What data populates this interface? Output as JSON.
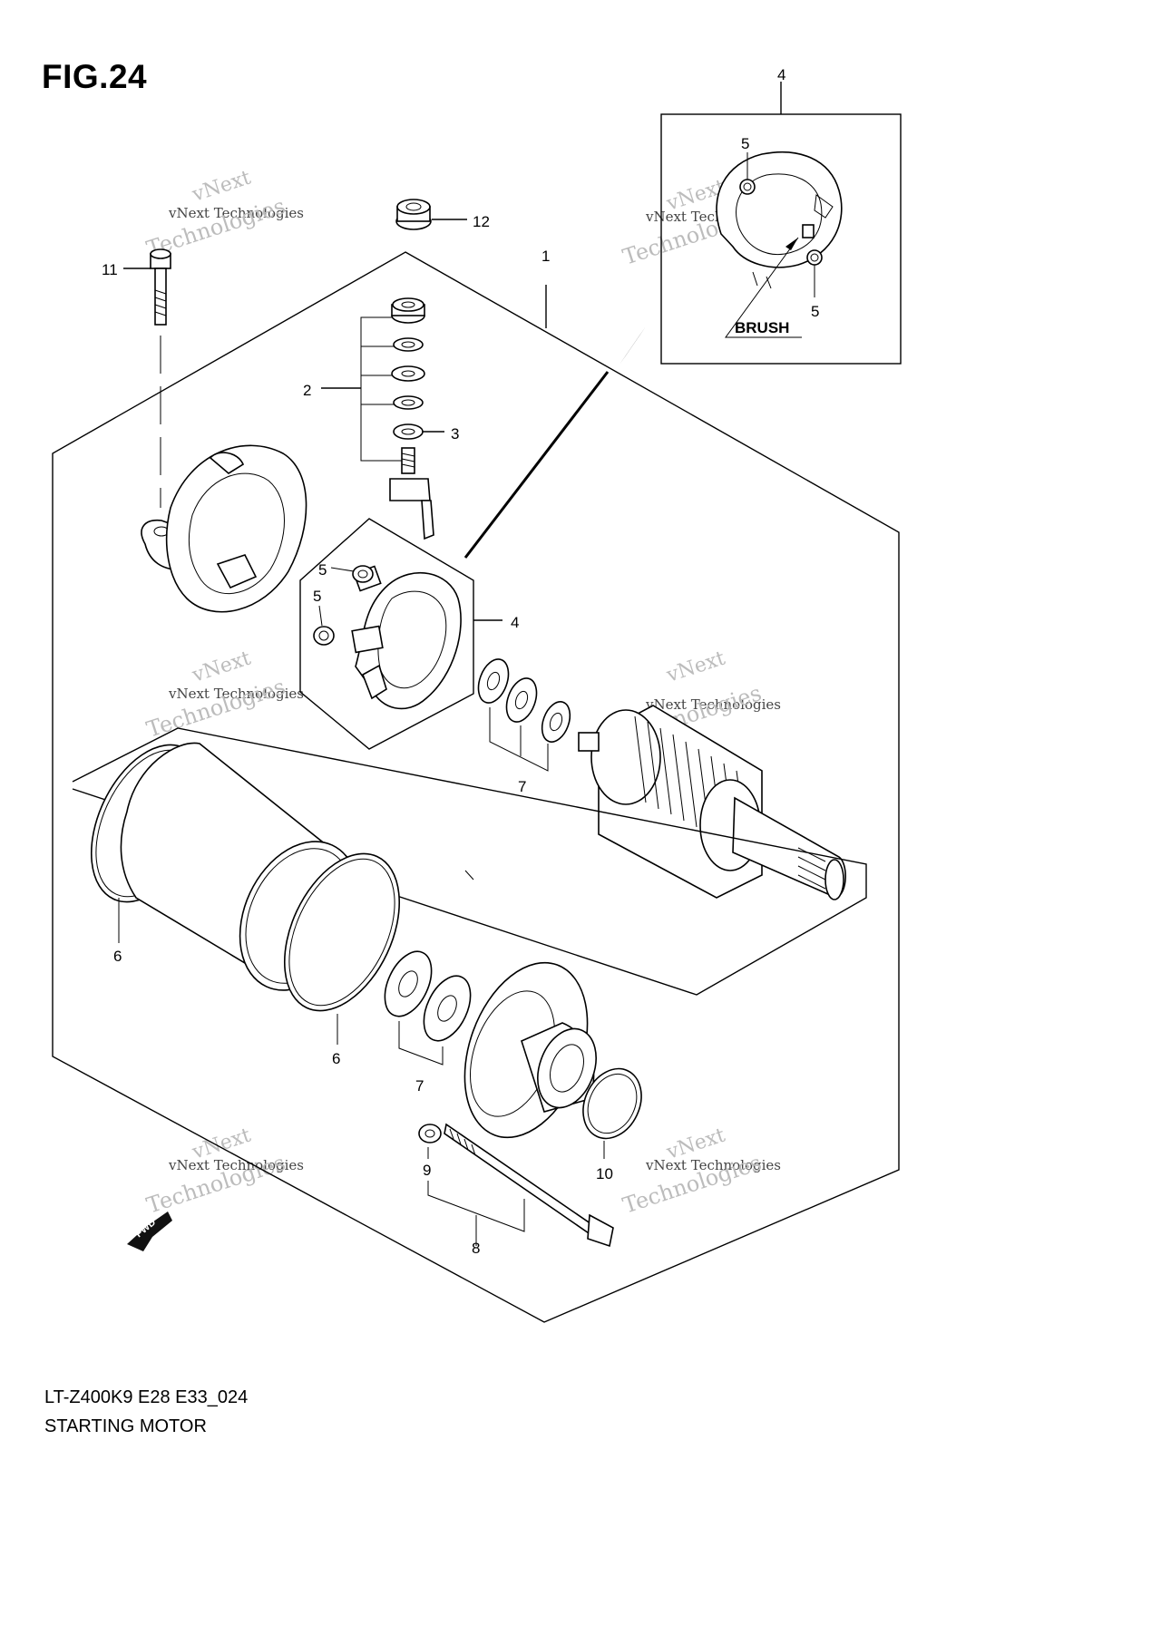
{
  "figure_label": "FIG.24",
  "model_code": "LT-Z400K9 E28 E33_024",
  "diagram_title": "STARTING MOTOR",
  "callouts": {
    "c1": "1",
    "c2": "2",
    "c3": "3",
    "c4_inset": "4",
    "c4_main": "4",
    "c5_inset_top": "5",
    "c5_inset_bottom": "5",
    "c5_main_a": "5",
    "c5_main_b": "5",
    "c6_left": "6",
    "c6_bottom": "6",
    "c7_upper": "7",
    "c7_lower": "7",
    "c8": "8",
    "c9": "9",
    "c10": "10",
    "c11": "11",
    "c12": "12"
  },
  "inset_label": "BRUSH",
  "fwd_label": "FWD",
  "watermark": {
    "text_a": "vNext",
    "text_b": "vNext Technologies",
    "text_c": "Technologies"
  }
}
